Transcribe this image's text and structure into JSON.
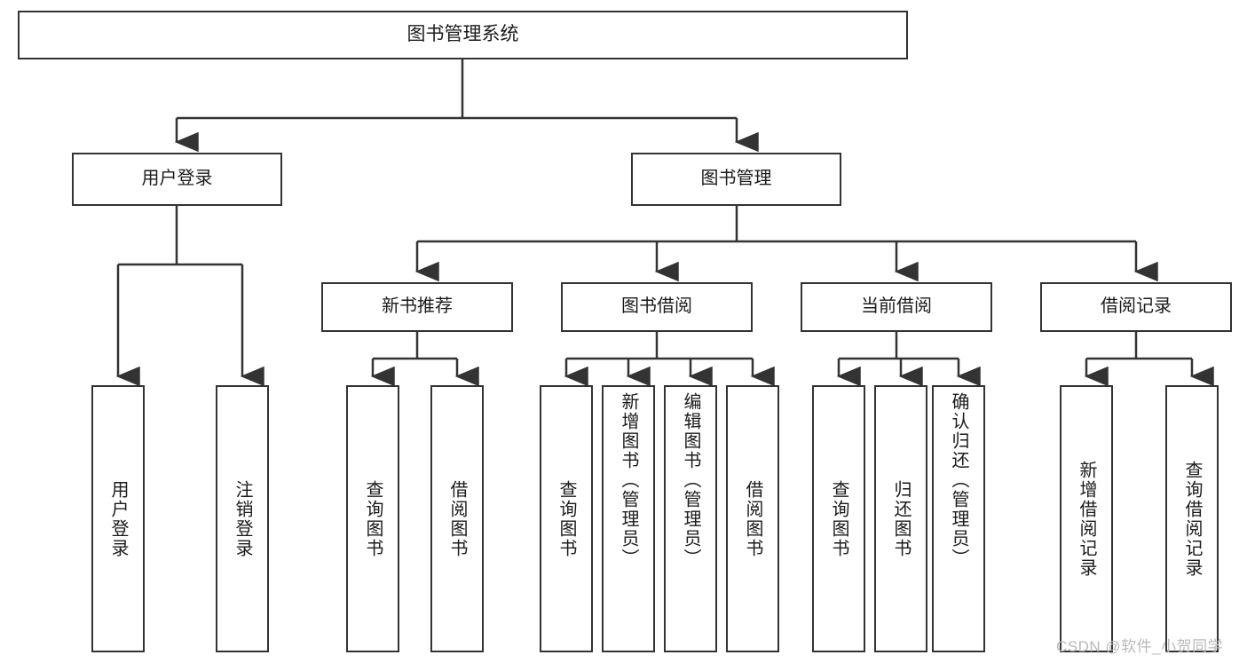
{
  "diagram": {
    "type": "tree-hierarchy-chart",
    "title_node": {
      "label": "图书管理系统"
    },
    "level2": [
      {
        "id": "user-login",
        "label": "用户登录"
      },
      {
        "id": "book-management",
        "label": "图书管理"
      }
    ],
    "level3": [
      {
        "id": "new-book-recommend",
        "label": "新书推荐",
        "parent": "book-management"
      },
      {
        "id": "book-borrow",
        "label": "图书借阅",
        "parent": "book-management"
      },
      {
        "id": "current-borrow",
        "label": "当前借阅",
        "parent": "book-management"
      },
      {
        "id": "borrow-record",
        "label": "借阅记录",
        "parent": "book-management"
      }
    ],
    "leaves": [
      {
        "id": "leaf-user-login",
        "label": "用户登录",
        "parent": "user-login"
      },
      {
        "id": "leaf-logout-login",
        "label": "注销登录",
        "parent": "user-login"
      },
      {
        "id": "leaf-query-book-1",
        "label": "查询图书",
        "parent": "new-book-recommend"
      },
      {
        "id": "leaf-borrow-book-1",
        "label": "借阅图书",
        "parent": "new-book-recommend"
      },
      {
        "id": "leaf-query-book-2",
        "label": "查询图书",
        "parent": "book-borrow"
      },
      {
        "id": "leaf-add-book",
        "label": "新增图书（管理员）",
        "parent": "book-borrow"
      },
      {
        "id": "leaf-edit-book",
        "label": "编辑图书（管理员）",
        "parent": "book-borrow"
      },
      {
        "id": "leaf-borrow-book-2",
        "label": "借阅图书",
        "parent": "book-borrow"
      },
      {
        "id": "leaf-query-book-3",
        "label": "查询图书",
        "parent": "current-borrow"
      },
      {
        "id": "leaf-return-book",
        "label": "归还图书",
        "parent": "current-borrow"
      },
      {
        "id": "leaf-confirm-return",
        "label": "确认归还（管理员）",
        "parent": "current-borrow"
      },
      {
        "id": "leaf-add-record",
        "label": "新增借阅记录",
        "parent": "borrow-record"
      },
      {
        "id": "leaf-query-record",
        "label": "查询借阅记录",
        "parent": "borrow-record"
      }
    ],
    "watermark": "CSDN @软件_小贺同学",
    "colors": {
      "stroke": "#333333",
      "box_fill": "#ffffff",
      "text": "#1b1b1b",
      "watermark": "#b9b9b9",
      "background": "#ffffff"
    }
  }
}
